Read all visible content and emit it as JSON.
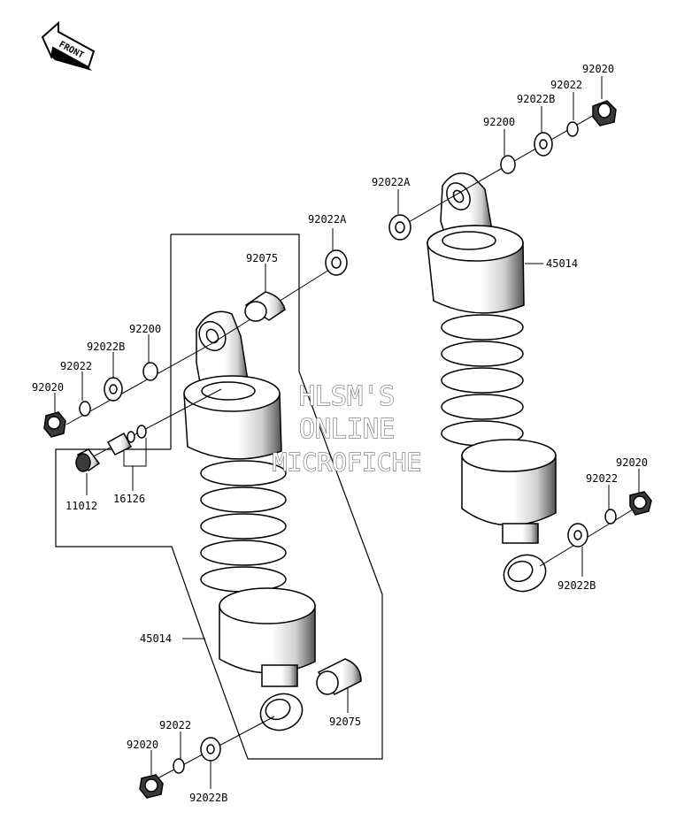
{
  "front_badge": "FRONT",
  "watermark": {
    "line1": "HLSM'S",
    "line2": "ONLINE",
    "line3": "MICROFICHE"
  },
  "labels": {
    "right_92020": "92020",
    "right_92022": "92022",
    "right_92022B": "92022B",
    "right_92200": "92200",
    "right_92022A": "92022A",
    "right_45014": "45014",
    "right_lower_92020": "92020",
    "right_lower_92022": "92022",
    "right_lower_92022B": "92022B",
    "left_92022A": "92022A",
    "left_92075_top": "92075",
    "left_92200": "92200",
    "left_92022B": "92022B",
    "left_92022": "92022",
    "left_92020": "92020",
    "left_11012": "11012",
    "left_16126": "16126",
    "left_45014": "45014",
    "left_92075_bottom": "92075",
    "left_lower_92022": "92022",
    "left_lower_92020": "92020",
    "left_lower_92022B": "92022B"
  },
  "colors": {
    "ink": "#000000",
    "part_fill": "#ffffff",
    "shadow": "#3a3a3a",
    "watermark_stroke": "#6a6a6a"
  }
}
